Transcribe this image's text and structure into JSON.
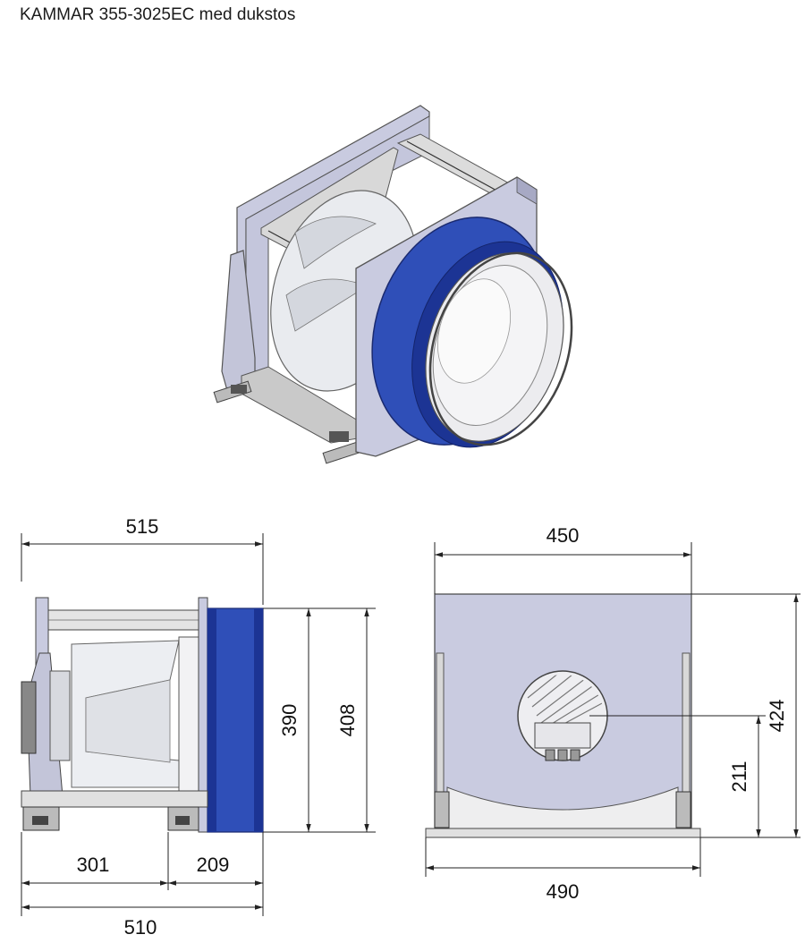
{
  "title": "KAMMAR 355-3025EC med dukstos",
  "dimensions": {
    "side_width_top": "515",
    "side_height_inner": "390",
    "side_height_outer": "408",
    "side_bottom_left": "301",
    "side_bottom_right": "209",
    "side_width_bottom": "510",
    "front_width_top": "450",
    "front_height_total": "424",
    "front_outlet_height": "211",
    "front_width_bottom": "490"
  },
  "colors": {
    "panel": "#c9cbe0",
    "panel_dark": "#a7a9c4",
    "duct": "#2f4fb8",
    "duct_dark": "#1c3494",
    "frame": "#d6d6d6",
    "impeller": "#e9ebef"
  }
}
